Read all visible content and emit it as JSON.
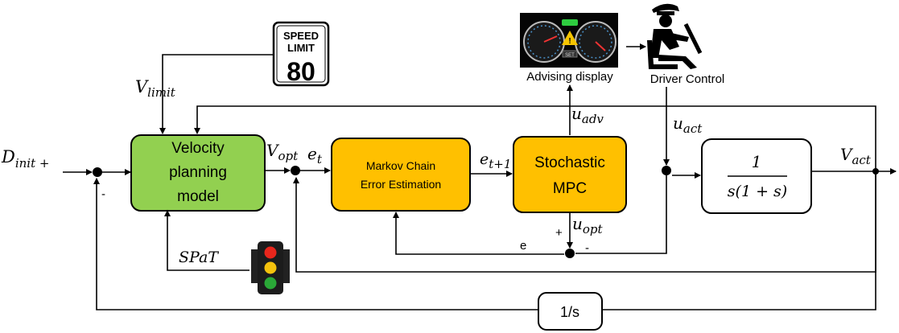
{
  "blocks": {
    "velocity": {
      "lines": [
        "Velocity",
        "planning",
        "model"
      ],
      "fill": "#92d050"
    },
    "markov": {
      "lines": [
        "Markov Chain",
        "Error Estimation"
      ],
      "fill": "#ffc000"
    },
    "mpc": {
      "lines": [
        "Stochastic",
        "MPC"
      ],
      "fill": "#ffc000"
    },
    "plant": {
      "numerator": "1",
      "denominator": "s(1 + s)"
    },
    "integrator": {
      "label": "1/s"
    }
  },
  "signals": {
    "d_init": {
      "main": "D",
      "sub": "init +"
    },
    "v_limit": {
      "main": "V",
      "sub": "limit"
    },
    "v_opt": {
      "main": "V",
      "sub": "opt"
    },
    "e_t": {
      "main": "e",
      "sub": "t"
    },
    "e_t1": {
      "main": "e",
      "sub": "t+1"
    },
    "u_adv": {
      "main": "u",
      "sub": "adv"
    },
    "u_act": {
      "main": "u",
      "sub": "act"
    },
    "u_opt": {
      "main": "u",
      "sub": "opt"
    },
    "v_act": {
      "main": "V",
      "sub": "act"
    },
    "spat": "SPaT",
    "e_label": "e"
  },
  "signs": {
    "minus_left": "-",
    "plus_bottom": "+",
    "minus_bottom": "-"
  },
  "sign": {
    "line1": "SPEED",
    "line2": "LIMIT",
    "value": "80"
  },
  "captions": {
    "advising": "Advising display",
    "driver": "Driver Control"
  },
  "dashboard": {
    "center_label": "SET",
    "warning": "!"
  },
  "colors": {
    "velocity_fill": "#92d050",
    "orange_fill": "#ffc000",
    "line": "#000000"
  }
}
